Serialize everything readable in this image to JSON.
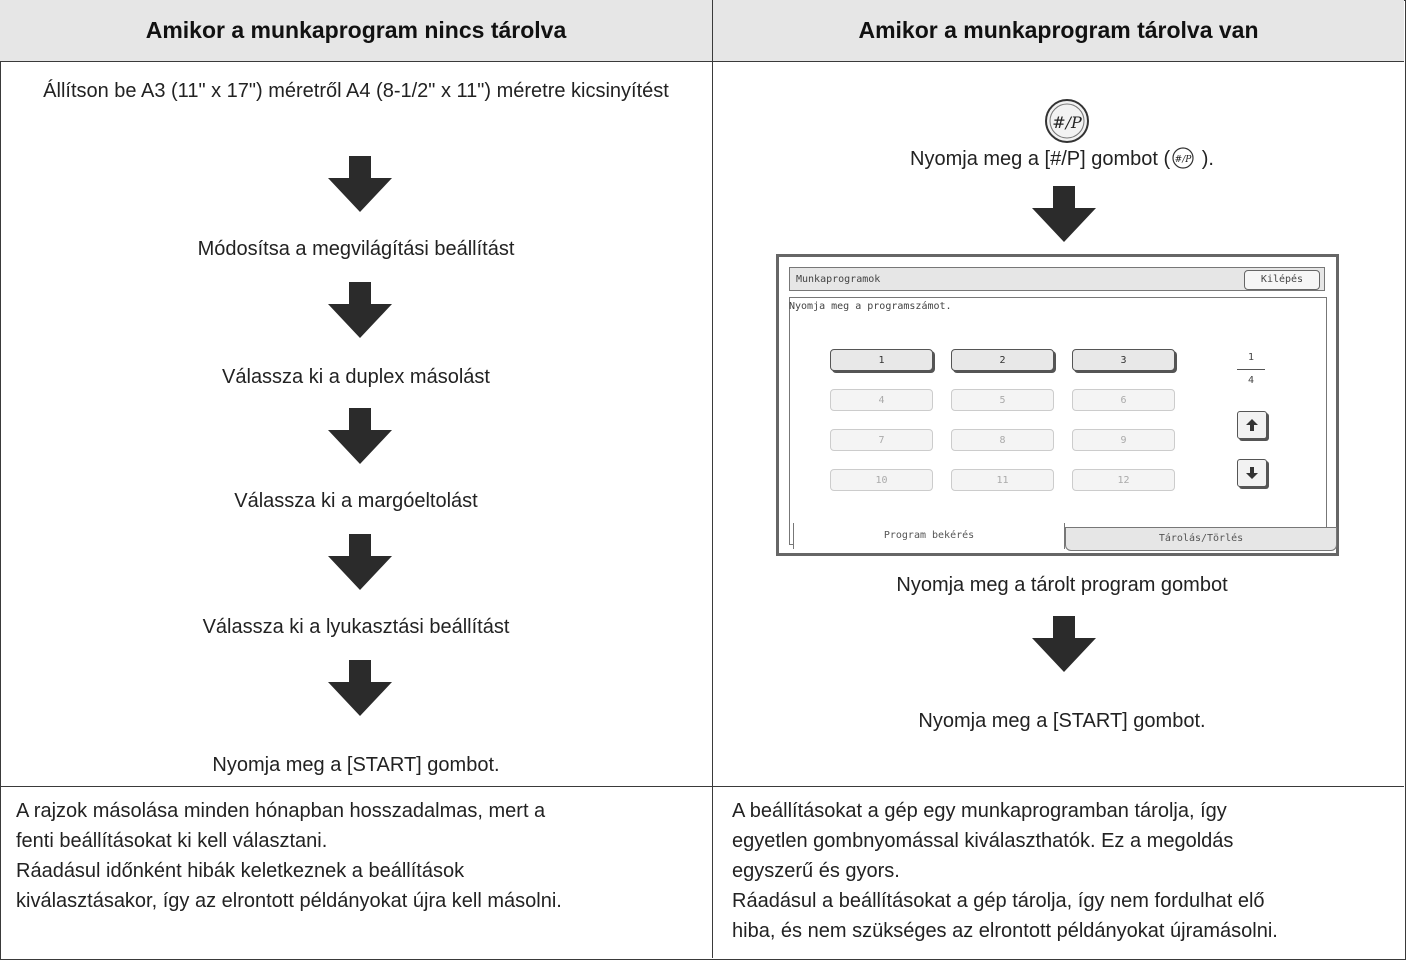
{
  "header": {
    "left_title": "Amikor a munkaprogram nincs tárolva",
    "right_title": "Amikor a munkaprogram tárolva van"
  },
  "left_steps": [
    "Állítson be A3 (11\" x 17\") méretről A4 (8-1/2\" x 11\") méretre kicsinyítést",
    "Módosítsa a megvilágítási beállítást",
    "Válassza ki a duplex másolást",
    "Válassza ki a margóeltolást",
    "Válassza ki a lyukasztási beállítást",
    "Nyomja meg a [START] gombot."
  ],
  "right_steps": {
    "step1_prefix": "Nyomja meg a [#/P] gombot (",
    "step1_suffix": " ).",
    "step2": "Nyomja meg a tárolt program gombot",
    "step3": "Nyomja meg a [START] gombot."
  },
  "key_label": "#/P",
  "screen": {
    "title": "Munkaprogramok",
    "exit_label": "Kilépés",
    "prompt": "Nyomja meg a programszámot.",
    "programs": [
      {
        "label": "1",
        "enabled": true
      },
      {
        "label": "2",
        "enabled": true
      },
      {
        "label": "3",
        "enabled": true
      },
      {
        "label": "4",
        "enabled": false
      },
      {
        "label": "5",
        "enabled": false
      },
      {
        "label": "6",
        "enabled": false
      },
      {
        "label": "7",
        "enabled": false
      },
      {
        "label": "8",
        "enabled": false
      },
      {
        "label": "9",
        "enabled": false
      },
      {
        "label": "10",
        "enabled": false
      },
      {
        "label": "11",
        "enabled": false
      },
      {
        "label": "12",
        "enabled": false
      }
    ],
    "page_current": "1",
    "page_total": "4",
    "tab_recall": "Program bekérés",
    "tab_store": "Tárolás/Törlés"
  },
  "notes": {
    "left": [
      "A rajzok másolása minden hónapban hosszadalmas, mert a",
      "fenti beállításokat ki kell választani.",
      "Ráadásul időnként hibák keletkeznek a beállítások",
      "kiválasztásakor, így az elrontott példányokat újra kell másolni."
    ],
    "right": [
      "A beállításokat a gép egy munkaprogramban tárolja, így",
      "egyetlen gombnyomással kiválaszthatók. Ez a megoldás",
      "egyszerű és gyors.",
      "Ráadásul a beállításokat a gép tárolja, így nem fordulhat elő",
      "hiba, és nem szükséges az elrontott példányokat újramásolni."
    ]
  },
  "colors": {
    "header_bg": "#e6e6e6",
    "arrow": "#2b2b2b"
  }
}
